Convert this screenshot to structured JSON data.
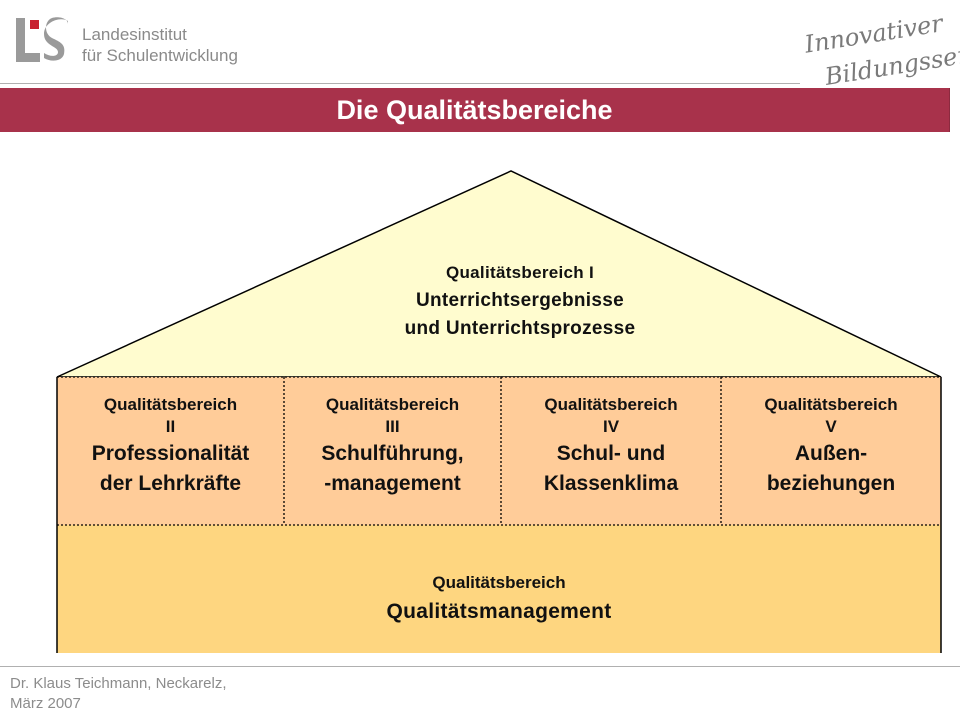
{
  "header": {
    "logo": {
      "mark": "LS",
      "line1": "Landesinstitut",
      "line2": "für Schulentwicklung"
    },
    "slogan": {
      "line1": "Innovativer",
      "line2": "Bildungsservice"
    }
  },
  "title": "Die Qualitätsbereiche",
  "colors": {
    "title_band": "#a8324b",
    "roof": "#fffccf",
    "pillars": "#ffcc99",
    "base": "#fed680"
  },
  "house": {
    "roof": {
      "title": "Qualitätsbereich  I",
      "line1": "Unterrichtsergebnisse",
      "line2": "und Unterrichtsprozesse"
    },
    "pillars": [
      {
        "title": "Qualitätsbereich",
        "roman": "II",
        "name_line1": "Professionalität",
        "name_line2": "der Lehrkräfte"
      },
      {
        "title": "Qualitätsbereich",
        "roman": "III",
        "name_line1": "Schulführung,",
        "name_line2": "-management"
      },
      {
        "title": "Qualitätsbereich",
        "roman": "IV",
        "name_line1": "Schul- und",
        "name_line2": "Klassenklima"
      },
      {
        "title": "Qualitätsbereich",
        "roman": "V",
        "name_line1": "Außen-",
        "name_line2": "beziehungen"
      }
    ],
    "base": {
      "title": "Qualitätsbereich",
      "name": "Qualitätsmanagement"
    }
  },
  "footer": {
    "line1": "Dr. Klaus Teichmann,  Neckarelz,",
    "line2": "März 2007"
  }
}
